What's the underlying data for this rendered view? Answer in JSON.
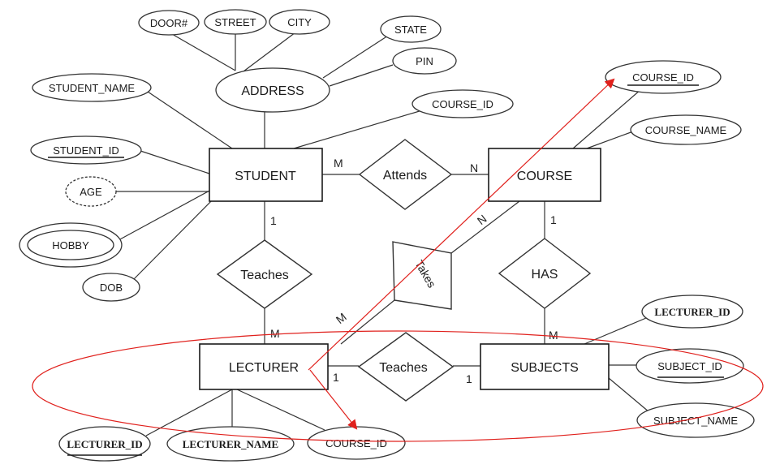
{
  "entities": {
    "student": "STUDENT",
    "course": "COURSE",
    "lecturer": "LECTURER",
    "subjects": "SUBJECTS"
  },
  "relationships": {
    "attends": "Attends",
    "teaches_top": "Teaches",
    "takes": "Takes",
    "has": "HAS",
    "teaches_bottom": "Teaches"
  },
  "attributes": {
    "door": "DOOR#",
    "street": "STREET",
    "city": "CITY",
    "state": "STATE",
    "pin": "PIN",
    "address": "ADDRESS",
    "student_name": "STUDENT_NAME",
    "student_course_id": "COURSE_ID",
    "student_id": "STUDENT_ID",
    "age": "AGE",
    "hobby": "HOBBY",
    "dob": "DOB",
    "course_id": "COURSE_ID",
    "course_name": "COURSE_NAME",
    "subj_lecturer_id": "LECTURER_ID",
    "subject_id": "SUBJECT_ID",
    "subject_name": "SUBJECT_NAME",
    "lecturer_id": "LECTURER_ID",
    "lecturer_name": "LECTURER_NAME",
    "lecturer_course_id": "COURSE_ID"
  },
  "cardinalities": {
    "student_attends": "M",
    "attends_course": "N",
    "student_teaches": "1",
    "teaches_lecturer": "M",
    "course_takes": "N",
    "takes_lecturer": "M",
    "course_has": "1",
    "has_subjects": "M",
    "lecturer_teaches2": "1",
    "teaches2_subjects": "1"
  },
  "colors": {
    "annotation": "#e0201c",
    "line": "#333333"
  }
}
